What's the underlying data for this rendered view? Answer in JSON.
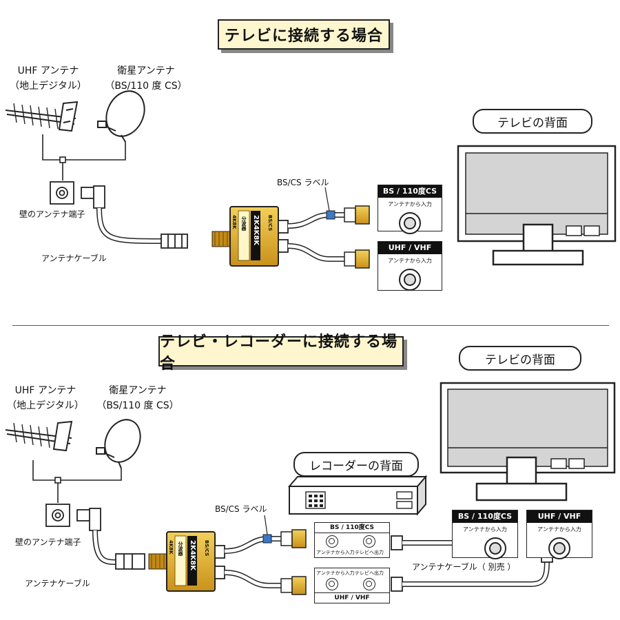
{
  "top": {
    "title": "テレビに接続する場合",
    "uhf_label_1": "UHF アンテナ",
    "uhf_label_2": "（地上デジタル）",
    "sat_label_1": "衛星アンテナ",
    "sat_label_2": "（BS/110 度 CS）",
    "wall_label": "壁のアンテナ端子",
    "cable_label": "アンテナケーブル",
    "bscs_label": "BS/CS ラベル",
    "tv_back": "テレビの背面",
    "bs_panel": {
      "head": "BS / 110度CS",
      "sub": "アンテナから入力"
    },
    "uhf_panel": {
      "head": "UHF / VHF",
      "sub": "アンテナから入力"
    }
  },
  "bottom": {
    "title": "テレビ・レコーダーに接続する場合",
    "uhf_label_1": "UHF アンテナ",
    "uhf_label_2": "（地上デジタル）",
    "sat_label_1": "衛星アンテナ",
    "sat_label_2": "（BS/110 度 CS）",
    "wall_label": "壁のアンテナ端子",
    "cable_label": "アンテナケーブル",
    "bscs_label": "BS/CS ラベル",
    "tv_back": "テレビの背面",
    "recorder_back": "レコーダーの背面",
    "separate_cable": "アンテナケーブル（ 別売 ）",
    "rec_bs": {
      "head": "BS / 110度CS",
      "in": "アンテナから入力",
      "out": "テレビへ出力"
    },
    "rec_uhf": {
      "head": "UHF / VHF",
      "in": "アンテナから入力",
      "out": "テレビへ出力"
    },
    "tv_bs_panel": {
      "head": "BS / 110度CS",
      "sub": "アンテナから入力"
    },
    "tv_uhf_panel": {
      "head": "UHF / VHF",
      "sub": "アンテナから入力"
    }
  },
  "splitter": {
    "main": "2K4K8K",
    "sub": "分波器",
    "tag": "BS/CS",
    "side": "4K8K"
  },
  "colors": {
    "title_bg": "#fdf6cf",
    "splitter_gold": "#d9a520",
    "label_blue": "#3a78c9",
    "tv_screen": "#d4d4d4"
  }
}
